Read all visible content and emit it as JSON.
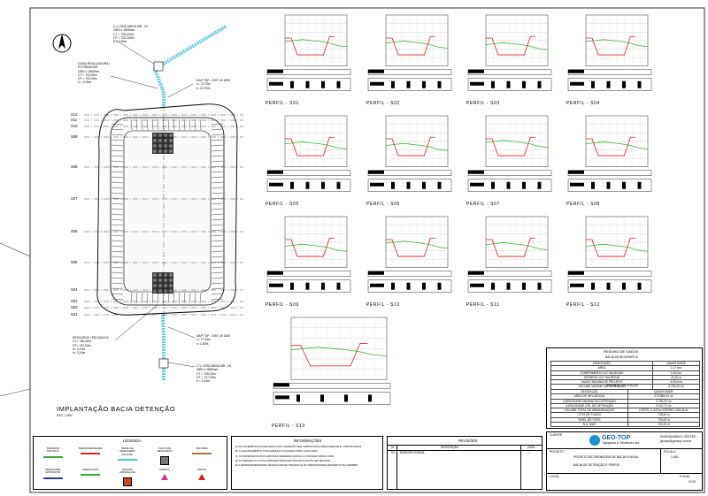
{
  "drawing": {
    "north_label": "N",
    "section_codes": [
      "S12",
      "S11",
      "S10",
      "S09",
      "S08",
      "S07",
      "S06",
      "S05",
      "S04",
      "S03",
      "S02",
      "S01"
    ],
    "callouts": {
      "top": [
        "C.V. DESCARGA MR - 02",
        "1800 x 1800mm",
        "CT = 725,200m",
        "CF = 725,200m",
        "h = 2,00m"
      ],
      "left": [
        "CAIXA REGULADORA /",
        "EXTRAVASOR",
        "1800 x 1800mm",
        "CT = 724,00m",
        "CF = 722,00m",
        "h = 2,00m"
      ],
      "right_top": [
        "DAP TDP - DIST. Ø 1000",
        "L= 22,70m",
        "I= 22,76%"
      ],
      "bottom_left": [
        "DESCARGA / ESCADA D1",
        "CT= 736,30m",
        "CF= 732,00m",
        "h= 3,70m",
        "h= 3,10m"
      ],
      "bottom_right1": [
        "DAP TDP - DIST. Ø 1000",
        "L= 27,40m",
        "I= 1,80%"
      ],
      "bottom_right2": [
        "C.V. DESCARGA MR - 04",
        "1800 x 1800mm",
        "CT = 728,20m",
        "CF = 727,20m",
        "h = 2,01m"
      ]
    },
    "caption": "IMPLANTAÇÃO BACIA DETENÇÃO",
    "scale": "ESC. 1:500"
  },
  "profiles": [
    {
      "label": "PERFIL - S01"
    },
    {
      "label": "PERFIL - S02"
    },
    {
      "label": "PERFIL - S03"
    },
    {
      "label": "PERFIL - S04"
    },
    {
      "label": "PERFIL - S05"
    },
    {
      "label": "PERFIL - S06"
    },
    {
      "label": "PERFIL - S07"
    },
    {
      "label": "PERFIL - S08"
    },
    {
      "label": "PERFIL - S09"
    },
    {
      "label": "PERFIL - S10"
    },
    {
      "label": "PERFIL - S11"
    },
    {
      "label": "PERFIL - S12"
    },
    {
      "label": "PERFIL - S13"
    }
  ],
  "summary": {
    "title": "RESUMO DE DADOS",
    "section1_title": "BACIA HIDROGRÁFICA",
    "header": [
      "DESCRIÇÃO",
      "QUANTIDADE"
    ],
    "rows1": [
      [
        "ÁREA",
        "0,17 km²"
      ],
      [
        "COMPRIMENTO DO TALVEGUE",
        "0,52 km"
      ],
      [
        "DESNÍVEL DO TALVEGUE",
        "22,00 m"
      ],
      [
        "VAZÃO MÁXIMA DE PROJETO",
        "4,03 m³/s"
      ],
      [
        "VOLUME MÁXIMO DE DETENÇÃO",
        "3.751,00 m³"
      ]
    ],
    "section2_title": "BACIA DE DETENÇÃO",
    "rows2": [
      [
        "ÁREA DE INFLUÊNCIA",
        "278.585,00 m²"
      ],
      [
        "CAPACIDADE MÁXIMA DE DETENÇÃO",
        "3.750,00 m³"
      ],
      [
        "CAPACIDADE ÚTIL DE DETENÇÃO",
        "3.347,72 m³"
      ],
      [
        "VOLUME TOTAL DE ARMAZENAÇÃO",
        "CORTE: 4.347m³ ATERRO: 325,41m³"
      ],
      [
        "COTA DE FUNDO",
        "728,00 m"
      ],
      [
        "NÍVEL DE TOPO",
        "733,00 m"
      ],
      [
        "N.A. MAX",
        "731,00 m"
      ]
    ]
  },
  "legend": {
    "title": "LEGENDA",
    "items": [
      {
        "label": "TERRENO NATURAL",
        "color": "#33aa33"
      },
      {
        "label": "TERRAPLENAGEM",
        "color": "#dd2222"
      },
      {
        "label": "REDE DE DRENAGEM PLUVIAL",
        "color": "#44cccc"
      },
      {
        "label": "CAIXA DE DESCARGA",
        "color": "#777777"
      },
      {
        "label": "TALUDES",
        "color": "#aa7744"
      },
      {
        "label": "DRENAGEM EXISTENTE",
        "color": "#3333aa"
      },
      {
        "label": "VEGETAÇÃO",
        "color": "#33aa33"
      },
      {
        "label": "ESCADA HIDRÁULICA",
        "color": "#cc4422"
      },
      {
        "label": "MARCO",
        "color": "#cc3399"
      },
      {
        "label": "PONTE",
        "color": "#cc2222"
      }
    ]
  },
  "notes": {
    "title": "INFORMAÇÕES",
    "lines": [
      "A) AS TOLERÂNCIAS PARA EXECUÇÃO DEVERÃO SER VERIFICADAS PREVIAMENTE E COMUNICADAS",
      "B) O LEVANTAMENTO TOPOGRÁFICO FOI EXECUTADO COM GNSS",
      "C) COORDENADAS DOS VÉRTICES REFERENCIADAS AO SISTEMA SIRGAS 2000",
      "D) AS MEDIDAS E COTAS APRESENTADAS EM PROJETO ESTÃO EM METROS",
      "E) A RESPONSABILIDADE TÉCNICA DESTE PROJETO É DO PROFISSIONAL DESCRITO NO CARIMBO"
    ]
  },
  "revisions": {
    "title": "REVISÕES",
    "header": [
      "Nº",
      "DESCRIÇÃO",
      "DATA"
    ],
    "rows": [
      [
        "00",
        "EMISSÃO INICIAL",
        "—"
      ]
    ]
  },
  "titleblock": {
    "cliente_label": "CLIENTE",
    "brand": "GEO-TOP",
    "brand_sub": "Topografia & Geodésia Ltda.",
    "contact": [
      "ENGENHARIA E GESTÃO",
      "geotop@geotop.com.br"
    ],
    "projeto_label": "PROJETO",
    "projeto": "PROJETO DE DRENAGEM DE BACIA PLUVIAL",
    "conteudo": "BACIA DE DETENÇÃO E PERFIS",
    "local_label": "LOCAL",
    "escala_label": "ESCALA",
    "escala": "1:500",
    "folha_label": "FOLHA",
    "folha": "01/01"
  },
  "colors": {
    "terrain": "#33bb33",
    "design": "#dd2222",
    "pipe": "#66ccdd"
  }
}
